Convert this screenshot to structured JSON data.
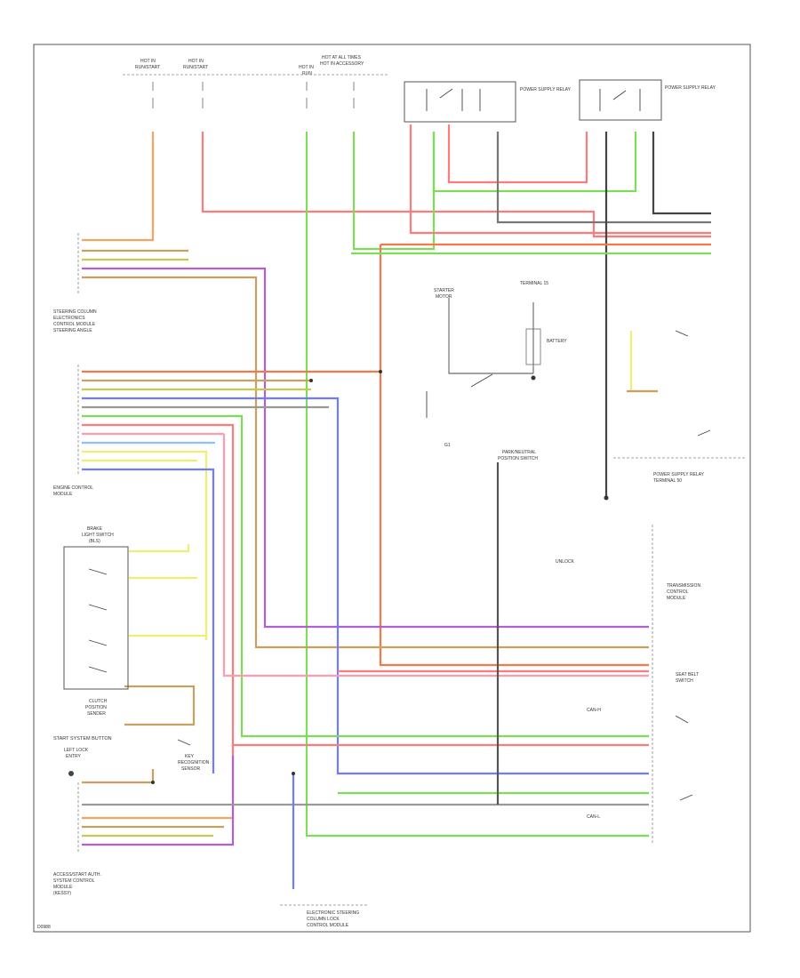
{
  "colors": {
    "orange": "#f4a460",
    "red": "#ff7a7a",
    "green": "#7ddc5a",
    "purple": "#b060d0",
    "yellow": "#eeee70",
    "blue": "#6f7cff",
    "brown": "#c8a060",
    "gray": "#777777",
    "black": "#444444",
    "pink": "#ff9bb0",
    "lightblue": "#8fbfff"
  },
  "labels": {
    "fuse_a": "HOT IN",
    "fuse_a2": "RUN/START",
    "fuse_b": "HOT IN",
    "fuse_b2": "RUN/START",
    "fuse_c": "HOT IN",
    "fuse_c2": "RUN",
    "fuse_d": "HOT AT ALL TIMES",
    "fuse_d2": "HOT IN ACCESSORY",
    "relay1": "POWER SUPPLY RELAY",
    "relay2": "POWER SUPPLY RELAY",
    "steering_column": "STEERING COLUMN",
    "steering_column2": "ELECTRONICS",
    "steering_column3": "CONTROL MODULE",
    "sensor": "STEERING ANGLE",
    "engine_ctrl": "ENGINE CONTROL",
    "engine_ctrl2": "MODULE",
    "brake_switch": "BRAKE",
    "brake_switch2": "LIGHT SWITCH",
    "brake_switch3": "(BLS)",
    "clutch": "CLUTCH",
    "clutch2": "POSITION",
    "clutch3": "SENDER",
    "start_button": "START SYSTEM BUTTON",
    "led": "LEFT LOCK",
    "led2": "ENTRY",
    "key_sensor": "KEY",
    "key_sensor2": "RECOGNITION",
    "key_sensor3": "SENSOR",
    "access_ctrl": "ACCESS/START AUTH.",
    "access_ctrl2": "SYSTEM CONTROL",
    "access_ctrl3": "MODULE",
    "access_ctrl4": "(KESSY)",
    "elec_lock": "ELECTRONIC STEERING",
    "elec_lock2": "COLUMN LOCK",
    "elec_lock3": "CONTROL MODULE",
    "starter_relay": "POWER SUPPLY RELAY",
    "starter_relay2": "TERMINAL 50",
    "terminal15": "TERMINAL 15",
    "starter": "STARTER",
    "starter2": "MOTOR",
    "battery": "BATTERY",
    "ground": "G1",
    "park": "PARK/NEUTRAL",
    "park2": "POSITION SWITCH",
    "unlock": "UNLOCK",
    "inhibitor": "TRANSMISSION",
    "inhibitor2": "CONTROL",
    "inhibitor3": "MODULE",
    "seat_belt": "SEAT BELT",
    "seat_belt2": "SWITCH",
    "can_hi": "CAN-H",
    "can_lo": "CAN-L",
    "footer": "D0988"
  }
}
